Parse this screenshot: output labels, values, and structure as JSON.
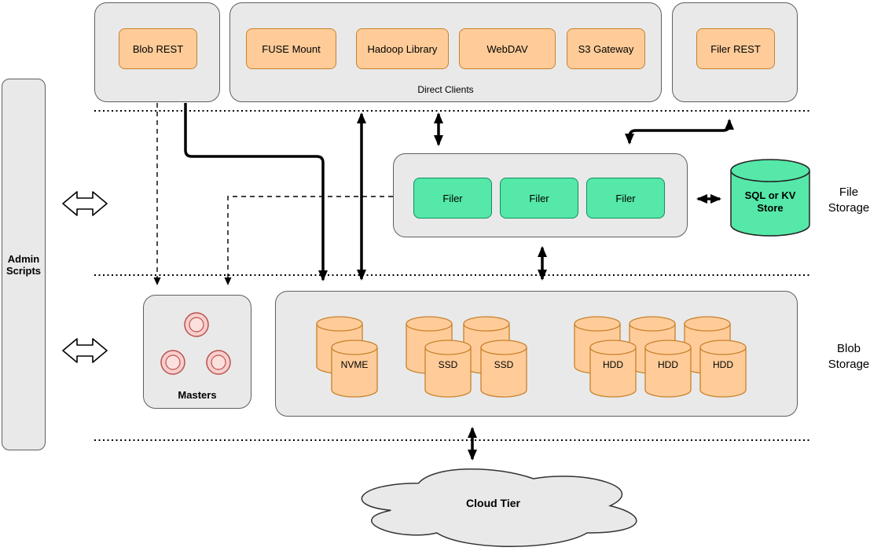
{
  "left_panel": {
    "label": "Admin\nScripts"
  },
  "top": {
    "blob_rest": "Blob REST",
    "direct_clients": {
      "label": "Direct Clients",
      "items": [
        "FUSE Mount",
        "Hadoop Library",
        "WebDAV",
        "S3 Gateway"
      ]
    },
    "filer_rest": "Filer REST"
  },
  "file_storage": {
    "section_label": "File\nStorage",
    "filers": [
      "Filer",
      "Filer",
      "Filer"
    ],
    "store": "SQL or KV\nStore"
  },
  "blob_storage": {
    "section_label": "Blob\nStorage",
    "masters_label": "Masters",
    "volumes": [
      "NVME",
      "SSD",
      "SSD",
      "HDD",
      "HDD",
      "HDD"
    ]
  },
  "cloud": {
    "label": "Cloud Tier"
  },
  "colors": {
    "container_fill": "#e9e9e9",
    "container_stroke": "#5f5f5f",
    "client_fill": "#ffcc99",
    "client_stroke": "#c8812b",
    "filer_fill": "#55e8a8",
    "filer_stroke": "#0e8f62",
    "master_fill": "#f8cecc",
    "master_stroke": "#b85450",
    "line": "#000000"
  }
}
